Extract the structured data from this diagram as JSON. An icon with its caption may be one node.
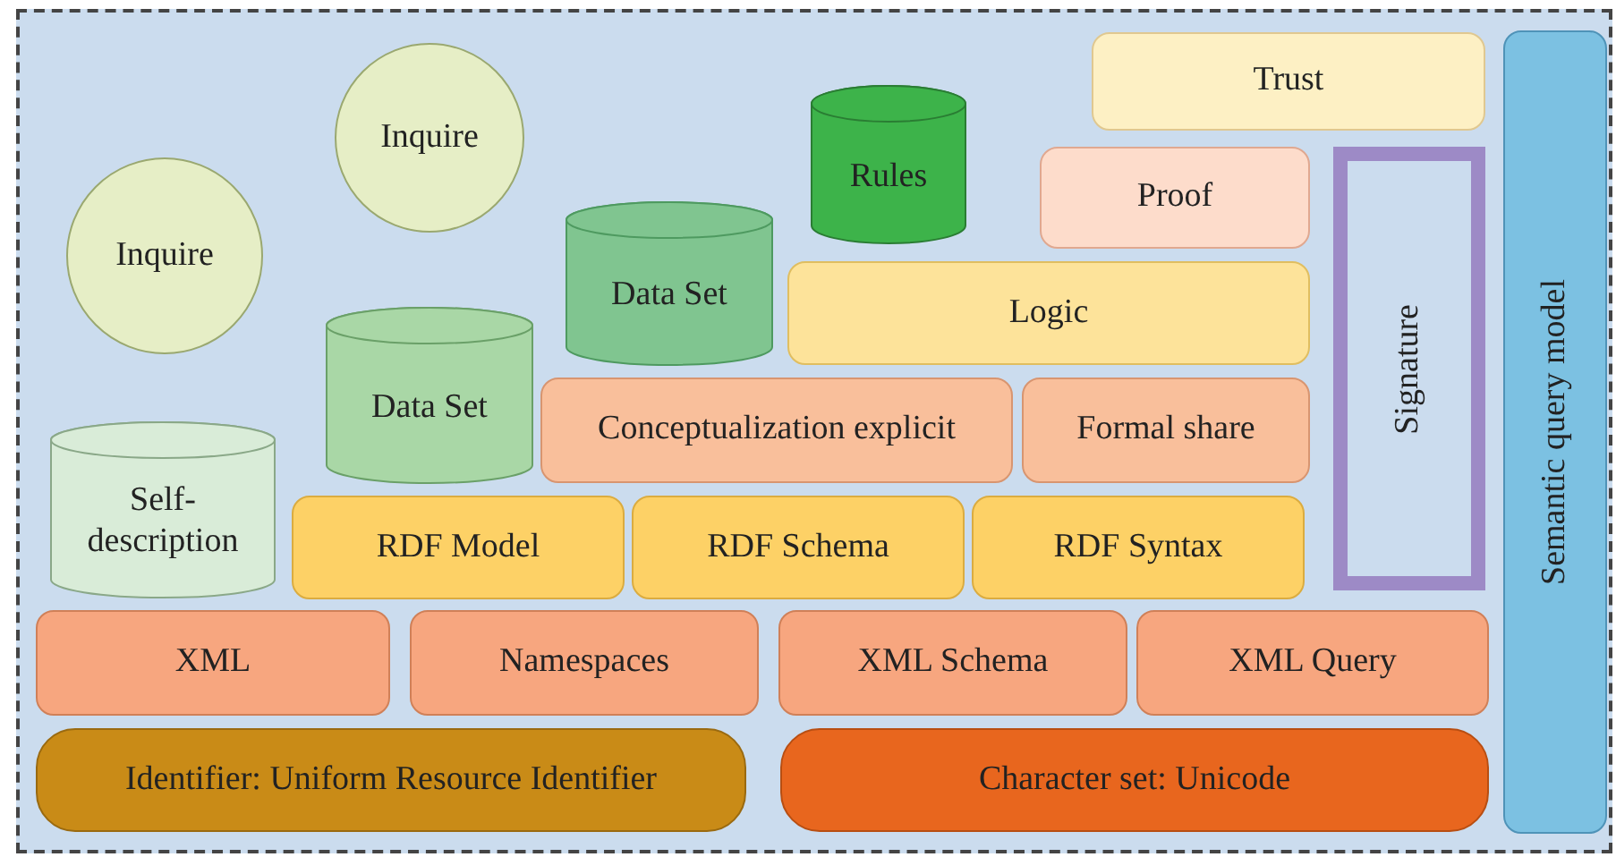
{
  "diagram": {
    "nodes": [
      {
        "text": [
          "Trust"
        ]
      },
      {
        "text": [
          "Rules"
        ]
      },
      {
        "text": [
          "Inquire"
        ]
      },
      {
        "text": [
          "Proof"
        ]
      },
      {
        "text": [
          "Inquire"
        ]
      },
      {
        "text": [
          "Data Set"
        ]
      },
      {
        "text": [
          "Logic"
        ]
      },
      {
        "text": [
          "Signature"
        ]
      },
      {
        "text": [
          "Semantic query model"
        ]
      },
      {
        "text": [
          "Data Set"
        ]
      },
      {
        "text": [
          "Conceptualization explicit"
        ]
      },
      {
        "text": [
          "Formal share"
        ]
      },
      {
        "text": [
          "Self-description"
        ]
      },
      {
        "text": [
          "RDF Model"
        ]
      },
      {
        "text": [
          "RDF Schema"
        ]
      },
      {
        "text": [
          "RDF Syntax"
        ]
      },
      {
        "text": [
          "XML"
        ]
      },
      {
        "text": [
          "Namespaces"
        ]
      },
      {
        "text": [
          "XML Schema"
        ]
      },
      {
        "text": [
          "XML Query"
        ]
      },
      {
        "text": [
          "Identifier: Uniform Resource Identifier"
        ]
      },
      {
        "text": [
          "Character set: Unicode"
        ]
      }
    ]
  }
}
